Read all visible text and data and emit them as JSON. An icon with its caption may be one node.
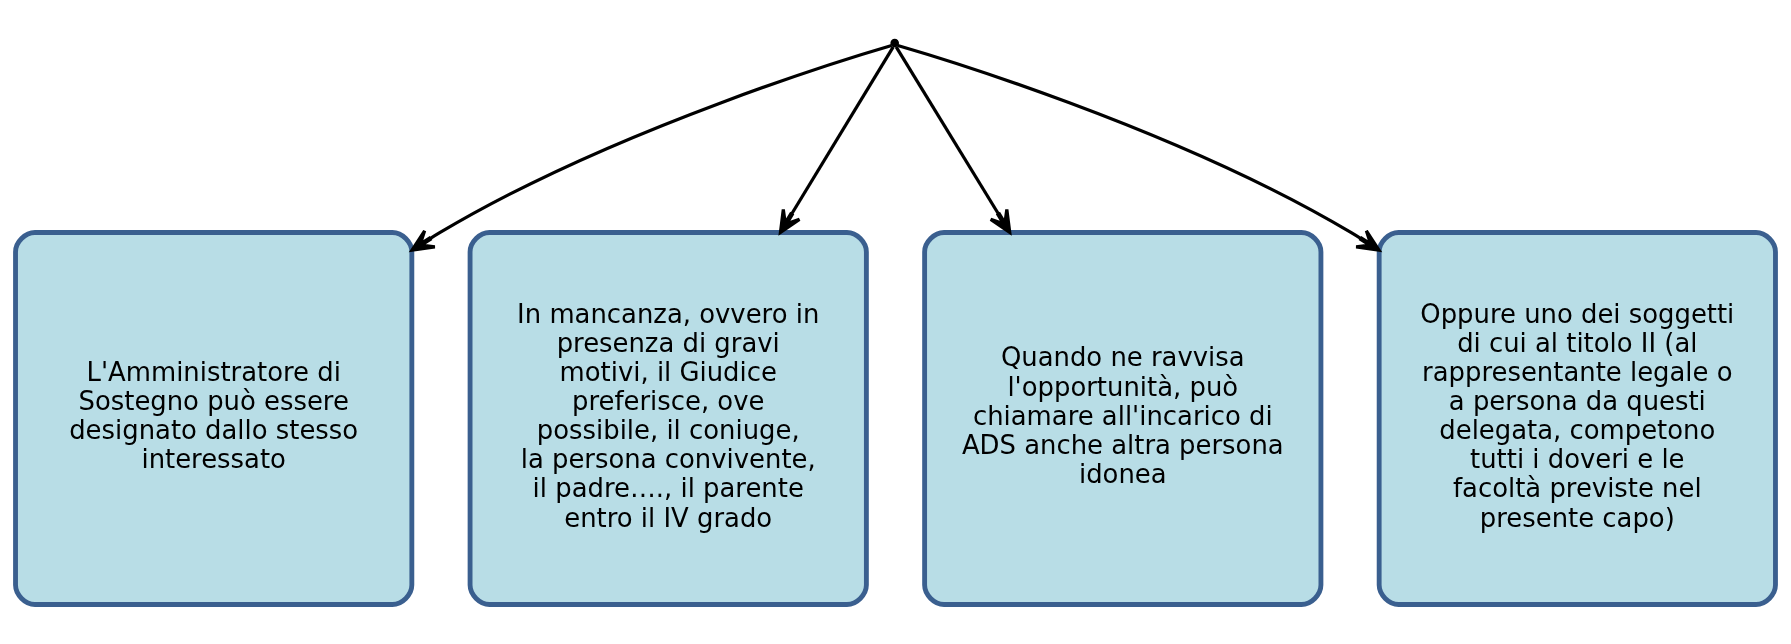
{
  "diagram": {
    "nodes": [
      {
        "text": [],
        "shape": "point"
      },
      {
        "text": [
          "L'Amministratore di Sostegno può essere designato dallo stesso interessato"
        ]
      },
      {
        "text": [
          "In mancanza, ovvero in presenza di gravi motivi, il Giudice preferisce, ove possibile, il coniuge, la persona convivente, il padre…., il parente entro il IV grado"
        ]
      },
      {
        "text": [
          "Quando ne ravvisa l'opportunità, può chiamare all'incarico di ADS anche altra persona idonea"
        ]
      },
      {
        "text": [
          "Oppure uno dei soggetti di cui al titolo II (al rappresentante legale o a persona da questi delegata, competono tutti i doveri e le facoltà previste nel presente capo)"
        ]
      }
    ],
    "edges": [
      {
        "from": 0,
        "to": 1,
        "arrow": "to"
      },
      {
        "from": 0,
        "to": 2,
        "arrow": "to"
      },
      {
        "from": 0,
        "to": 3,
        "arrow": "to"
      },
      {
        "from": 0,
        "to": 4,
        "arrow": "to"
      }
    ]
  }
}
